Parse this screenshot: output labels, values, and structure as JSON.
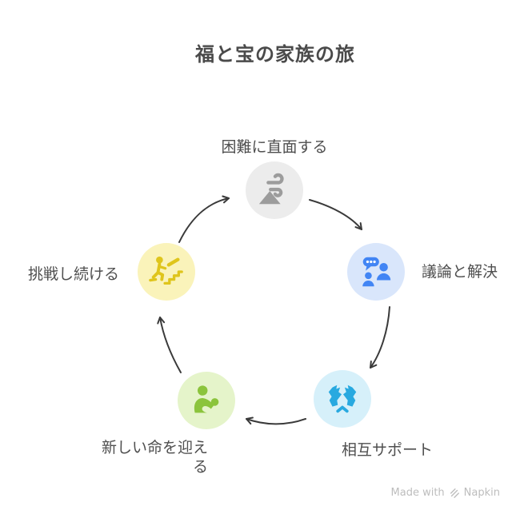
{
  "title": "福と宝の家族の旅",
  "diagram": {
    "type": "cycle",
    "arrow_color": "#3a3a3a",
    "nodes": [
      {
        "id": "face-difficulties",
        "label": "困難に直面する",
        "position": "top",
        "circle_color": "#ececec",
        "icon_color": "#9c9c9c",
        "icon": "wind-mountain-icon"
      },
      {
        "id": "discussion-resolution",
        "label": "議論と解決",
        "position": "right",
        "circle_color": "#d9e6fb",
        "icon_color": "#4285f4",
        "icon": "discussion-people-icon"
      },
      {
        "id": "mutual-support",
        "label": "相互サポート",
        "position": "bottom-right",
        "circle_color": "#d6f0fa",
        "icon_color": "#28a9e0",
        "icon": "helping-hands-icon"
      },
      {
        "id": "welcome-new-life",
        "label": "新しい命を迎える",
        "position": "bottom-left",
        "circle_color": "#e5f4ca",
        "icon_color": "#8bc43c",
        "icon": "parent-baby-icon"
      },
      {
        "id": "keep-challenging",
        "label": "挑戦し続ける",
        "position": "left",
        "circle_color": "#faf3ba",
        "icon_color": "#dfc51c",
        "icon": "stairs-climb-icon"
      }
    ]
  },
  "watermark": {
    "prefix": "Made with",
    "brand": "Napkin"
  }
}
